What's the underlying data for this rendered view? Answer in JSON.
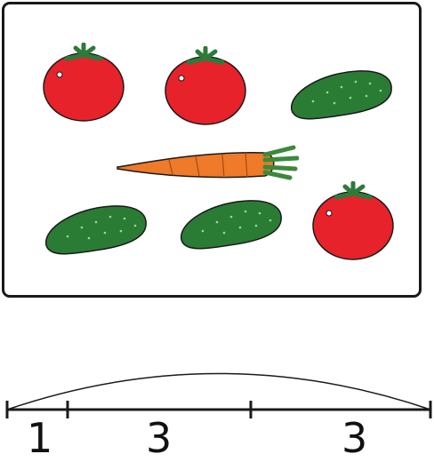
{
  "scene": {
    "items": [
      {
        "kind": "tomato",
        "icon": "tomato-icon"
      },
      {
        "kind": "tomato",
        "icon": "tomato-icon"
      },
      {
        "kind": "cucumber",
        "icon": "cucumber-icon"
      },
      {
        "kind": "carrot",
        "icon": "carrot-icon"
      },
      {
        "kind": "cucumber",
        "icon": "cucumber-icon"
      },
      {
        "kind": "cucumber",
        "icon": "cucumber-icon"
      },
      {
        "kind": "tomato",
        "icon": "tomato-icon"
      }
    ],
    "colors": {
      "tomato": "#e8222a",
      "tomato_leaf": "#2d7a3a",
      "cucumber": "#2a7c35",
      "carrot": "#ee7a2a",
      "carrot_top": "#3a8a3a",
      "frame": "#1a1a1a"
    }
  },
  "number_line": {
    "segments": [
      {
        "label": "1"
      },
      {
        "label": "3"
      },
      {
        "label": "3"
      }
    ]
  }
}
